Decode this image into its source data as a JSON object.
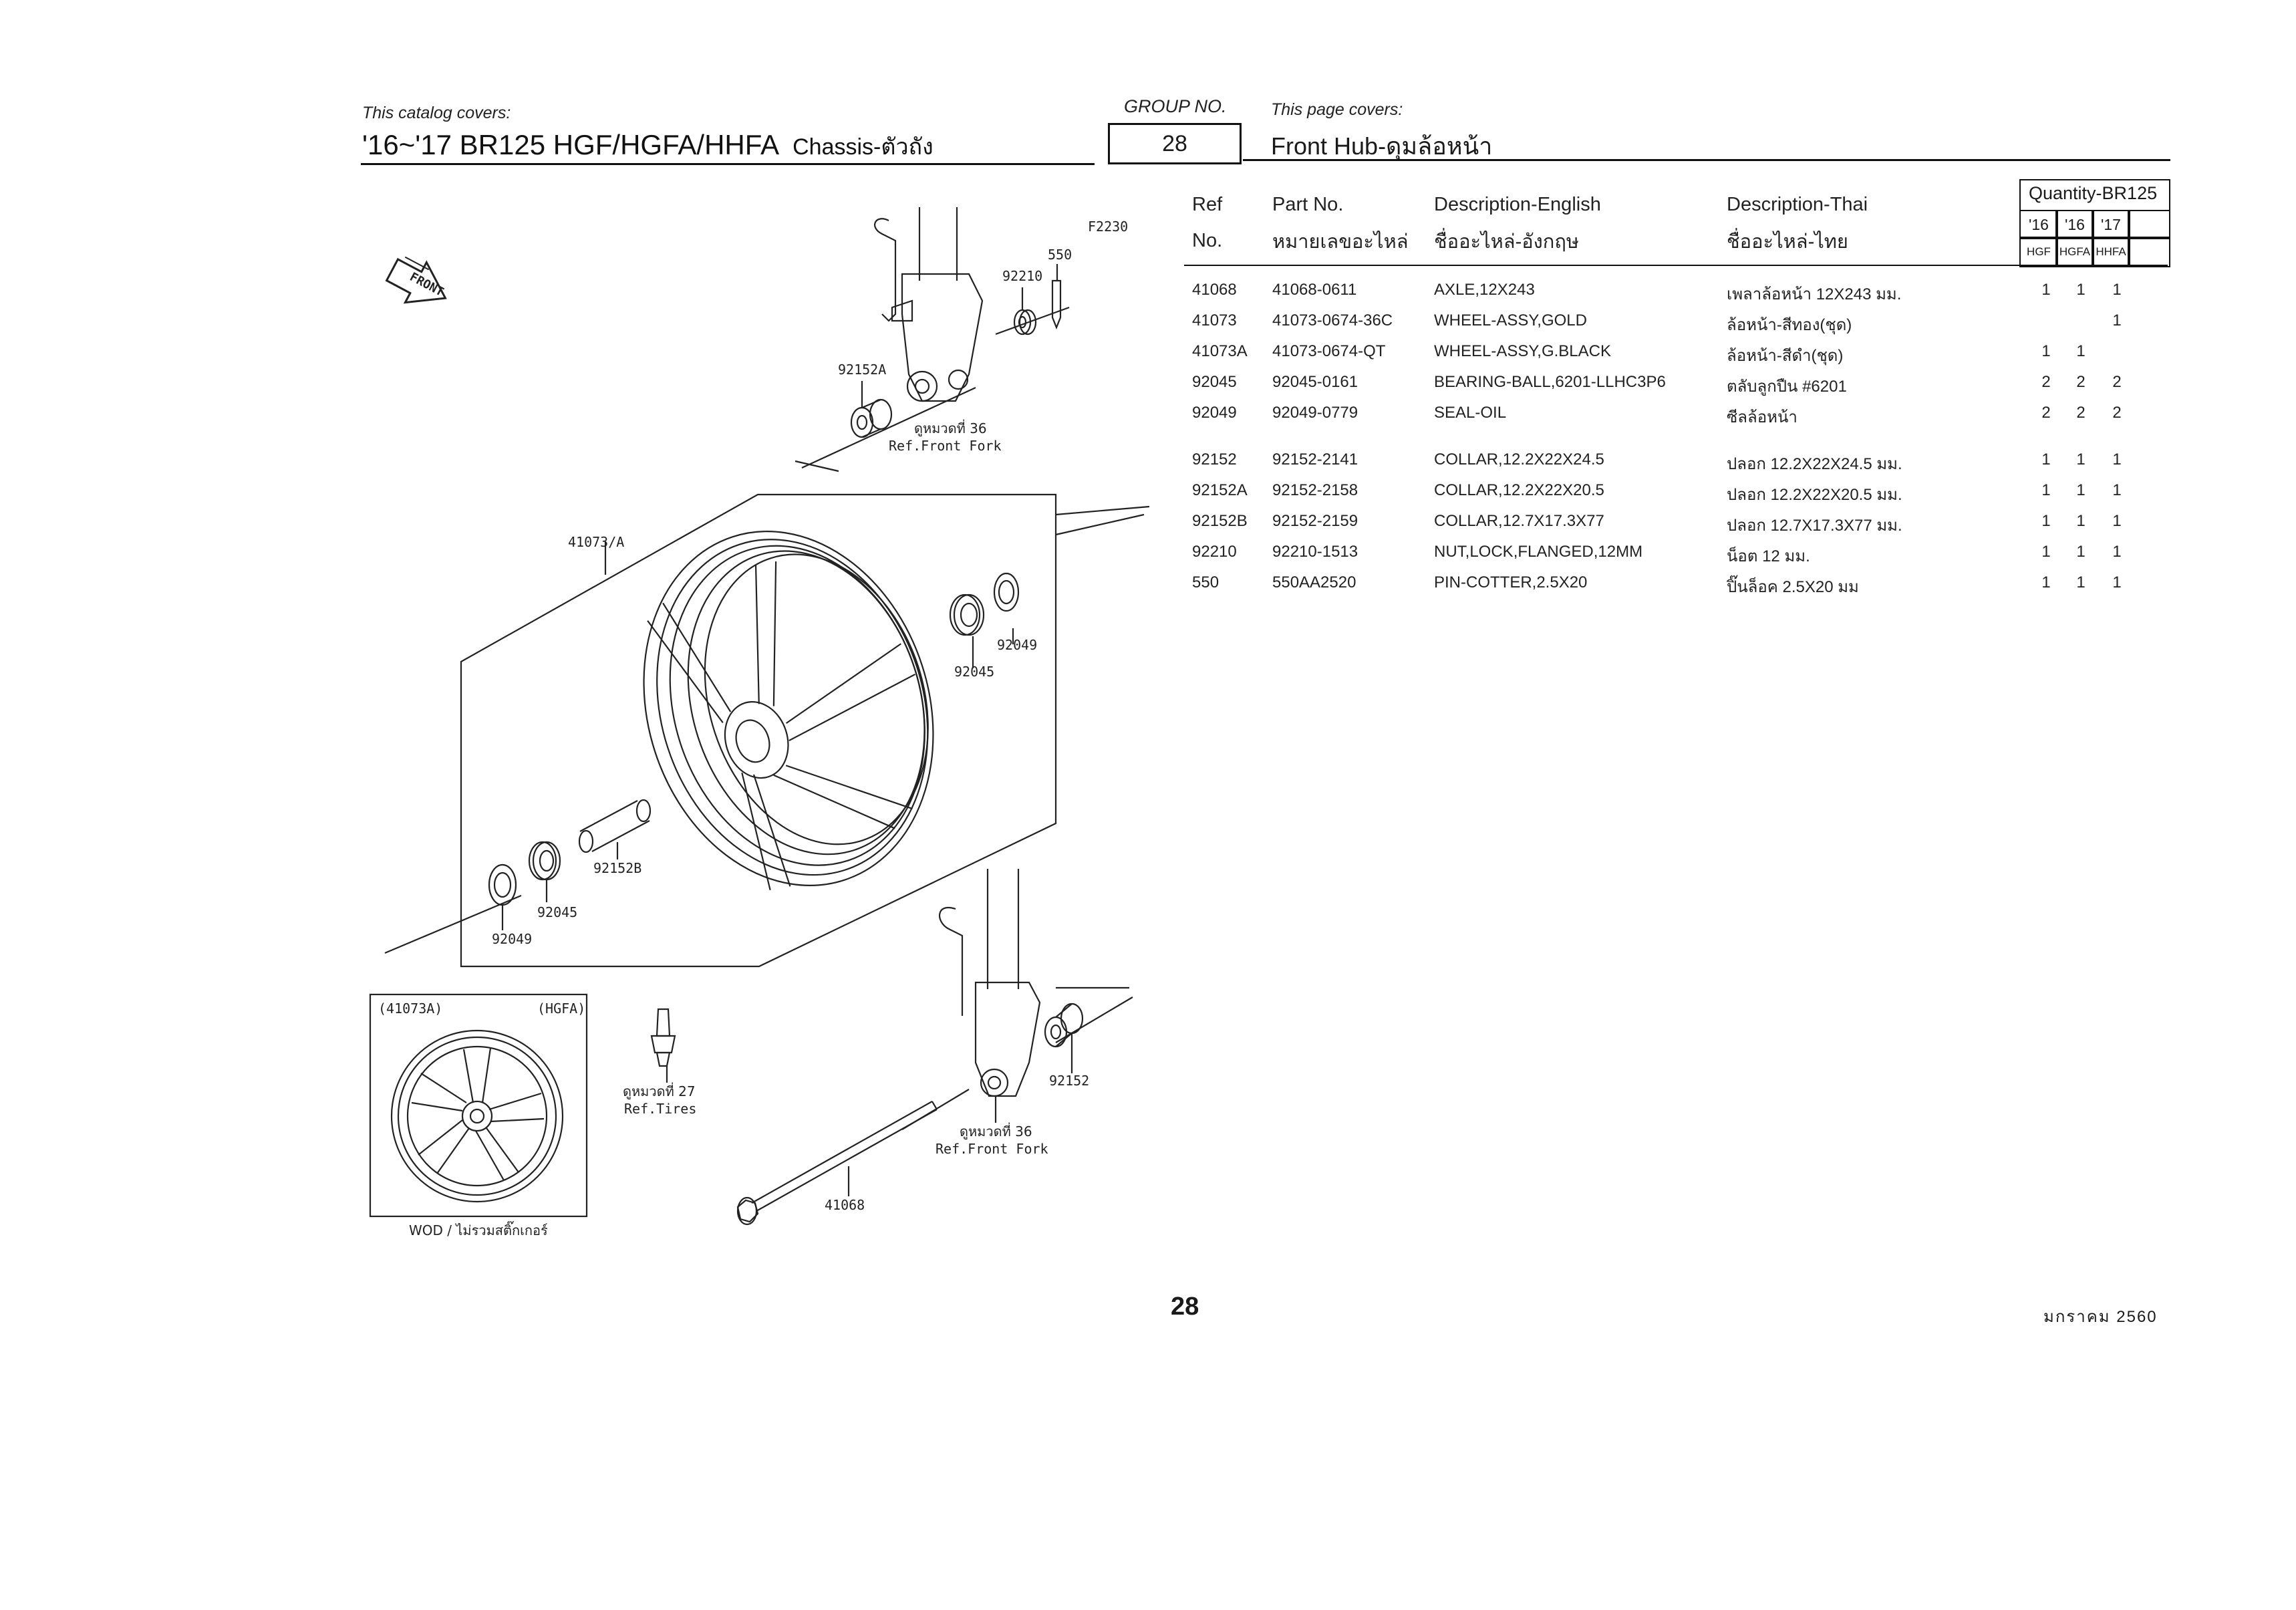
{
  "header": {
    "catalog_covers_label": "This catalog covers:",
    "model": "'16~'17 BR125 HGF/HGFA/HHFA",
    "section": "Chassis-ตัวถัง",
    "group_label": "GROUP NO.",
    "group_no": "28",
    "page_covers_label": "This page covers:",
    "page_title": "Front Hub-ดุมล้อหน้า"
  },
  "table": {
    "col_ref_1": "Ref",
    "col_ref_2": "No.",
    "col_part_1": "Part No.",
    "col_part_2": "หมายเลขอะไหล่",
    "col_en_1": "Description-English",
    "col_en_2": "ชื่ออะไหล่-อังกฤษ",
    "col_th_1": "Description-Thai",
    "col_th_2": "ชื่ออะไหล่-ไทย",
    "qty_title": "Quantity-BR125",
    "qty_years": [
      "'16",
      "'16",
      "'17"
    ],
    "qty_models": [
      "HGF",
      "HGFA",
      "HHFA"
    ],
    "rows": [
      {
        "ref": "41068",
        "part": "41068-0611",
        "en": "AXLE,12X243",
        "th": "เพลาล้อหน้า 12X243 มม.",
        "q1": "1",
        "q2": "1",
        "q3": "1"
      },
      {
        "ref": "41073",
        "part": "41073-0674-36C",
        "en": "WHEEL-ASSY,GOLD",
        "th": "ล้อหน้า-สีทอง(ชุด)",
        "q1": "",
        "q2": "",
        "q3": "1"
      },
      {
        "ref": "41073A",
        "part": "41073-0674-QT",
        "en": "WHEEL-ASSY,G.BLACK",
        "th": "ล้อหน้า-สีดำ(ชุด)",
        "q1": "1",
        "q2": "1",
        "q3": ""
      },
      {
        "ref": "92045",
        "part": "92045-0161",
        "en": "BEARING-BALL,6201-LLHC3P6",
        "th": "ตลับลูกปืน #6201",
        "q1": "2",
        "q2": "2",
        "q3": "2"
      },
      {
        "ref": "92049",
        "part": "92049-0779",
        "en": "SEAL-OIL",
        "th": "ซีลล้อหน้า",
        "q1": "2",
        "q2": "2",
        "q3": "2"
      },
      {
        "ref": "92152",
        "part": "92152-2141",
        "en": "COLLAR,12.2X22X24.5",
        "th": "ปลอก 12.2X22X24.5 มม.",
        "q1": "1",
        "q2": "1",
        "q3": "1"
      },
      {
        "ref": "92152A",
        "part": "92152-2158",
        "en": "COLLAR,12.2X22X20.5",
        "th": "ปลอก 12.2X22X20.5 มม.",
        "q1": "1",
        "q2": "1",
        "q3": "1"
      },
      {
        "ref": "92152B",
        "part": "92152-2159",
        "en": "COLLAR,12.7X17.3X77",
        "th": "ปลอก 12.7X17.3X77 มม.",
        "q1": "1",
        "q2": "1",
        "q3": "1"
      },
      {
        "ref": "92210",
        "part": "92210-1513",
        "en": "NUT,LOCK,FLANGED,12MM",
        "th": "น็อต 12 มม.",
        "q1": "1",
        "q2": "1",
        "q3": "1"
      },
      {
        "ref": "550",
        "part": "550AA2520",
        "en": "PIN-COTTER,2.5X20",
        "th": "ปิ๊นล็อค 2.5X20 มม",
        "q1": "1",
        "q2": "1",
        "q3": "1"
      }
    ]
  },
  "diagram": {
    "front_label": "FRONT",
    "fig_code": "F2230",
    "callouts": {
      "c550": "550",
      "c92210": "92210",
      "c92152A": "92152A",
      "ref_front_fork_th_1": "ดูหมวดที่ 36",
      "ref_front_fork_1": "Ref.Front Fork",
      "c41073": "41073/A",
      "c92049_r": "92049",
      "c92045_r": "92045",
      "c92152B": "92152B",
      "c92045_l": "92045",
      "c92049_l": "92049",
      "inset_ref": "(41073A)",
      "inset_model": "(HGFA)",
      "inset_caption": "WOD / ไม่รวมสติ๊กเกอร์",
      "ref_tires_th": "ดูหมวดที่ 27",
      "ref_tires": "Ref.Tires",
      "c92152": "92152",
      "ref_front_fork_th_2": "ดูหมวดที่ 36",
      "ref_front_fork_2": "Ref.Front Fork",
      "c41068": "41068"
    }
  },
  "footer": {
    "page_number": "28",
    "date": "มกราคม 2560"
  }
}
